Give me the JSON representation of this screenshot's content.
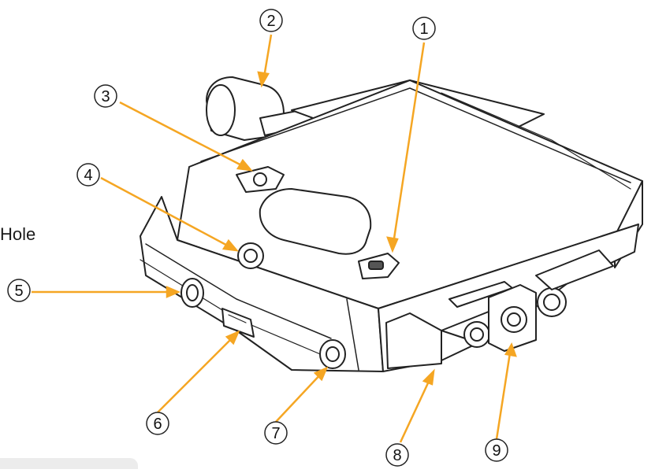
{
  "side_text": "Hole",
  "accent_color": "#f5a623",
  "line_color": "#222222",
  "callouts": [
    {
      "label": "1",
      "part": "button"
    },
    {
      "label": "2",
      "part": "knob"
    },
    {
      "label": "3",
      "part": "power-button"
    },
    {
      "label": "4",
      "part": "small-button"
    },
    {
      "label": "5",
      "part": "jack-left"
    },
    {
      "label": "6",
      "part": "slot-port"
    },
    {
      "label": "7",
      "part": "jack-front"
    },
    {
      "label": "8",
      "part": "clamp"
    },
    {
      "label": "9",
      "part": "jack-rear"
    }
  ]
}
